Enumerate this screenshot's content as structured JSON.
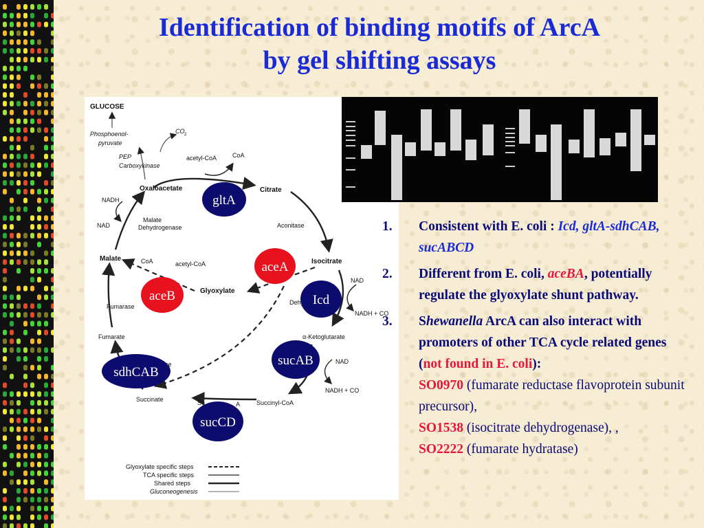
{
  "title": {
    "line1": "Identification of binding motifs  of ArcA",
    "line2": "by gel shifting assays"
  },
  "diagram": {
    "metabolites": {
      "glucose": "GLUCOSE",
      "pep": "Phosphoenol-",
      "pep2": "pyruvate",
      "co2_top": "CO",
      "oxaloacetate": "Oxaloacetate",
      "citrate": "Citrate",
      "isocitrate": "Isocitrate",
      "ketoglutarate": "α-Ketoglutarate",
      "succinyl_coa": "Succinyl-CoA",
      "succinate": "Succinate",
      "fumarate": "Fumarate",
      "malate": "Malate",
      "glyoxylate": "Glyoxylate"
    },
    "enzymes": {
      "pep_carboxykinase1": "PEP",
      "pep_carboxykinase2": "Carboxykinase",
      "aconitase": "Aconitase",
      "malate_dh1": "Malate",
      "malate_dh2": "Dehydrogenase",
      "fumarase": "Fumarase",
      "dehyd_partial": "Dehy",
      "succ_partial": "Su",
      "ase_partial": "ase",
      "a_partial": "A"
    },
    "cofactors": {
      "acetyl_coa_top": "acetyl-CoA",
      "coa_top": "CoA",
      "nadh_left": "NADH",
      "nad_left": "NAD",
      "coa_mid": "CoA",
      "acetyl_coa_mid": "acetyl-CoA",
      "nad_right1": "NAD",
      "nadh_co2_right1": "NADH + CO",
      "nad_right2": "NAD",
      "nadh_co2_right2": "NADH + CO"
    },
    "genes": {
      "glta": "gltA",
      "acea": "aceA",
      "aceb": "aceB",
      "icd": "Icd",
      "sucab": "sucAB",
      "sdhcab": "sdhCAB",
      "sucd": "sucCD"
    },
    "legend": {
      "glyoxylate": "Glyoxylate specific steps",
      "tca": "TCA specific steps",
      "shared": "Shared steps",
      "gluconeo": "Gluconeogenesis"
    },
    "colors": {
      "gene_blue": "#0c0c6e",
      "gene_red": "#e8121e"
    }
  },
  "list": {
    "item1": {
      "num": "1.",
      "text": "Consistent with E. coli :",
      "genes": "Icd,  gltA-sdhCAB, sucABCD"
    },
    "item2": {
      "num": "2.",
      "text1": "Different from E. coli,",
      "gene": "aceBA",
      "text2": ", potentially regulate the glyoxylate shunt pathway."
    },
    "item3": {
      "num": "3.",
      "s": "S",
      "hewanella": "hewanella",
      "text1": " ArcA can also interact with promoters of other TCA cycle related genes (",
      "notfound": "not found in E. coli",
      "text2": "):",
      "so1": "SO0970",
      "so1_desc": " (fumarate reductase flavoprotein subunit precursor),",
      "so2": "SO1538",
      "so2_desc": "  (isocitrate dehydrogenase), ,",
      "so3": "SO2222",
      "so3_desc": " (fumarate hydratase)"
    }
  },
  "colors": {
    "title": "#1a2bd6",
    "text": "#0a0a78",
    "highlight": "#e8163a"
  }
}
